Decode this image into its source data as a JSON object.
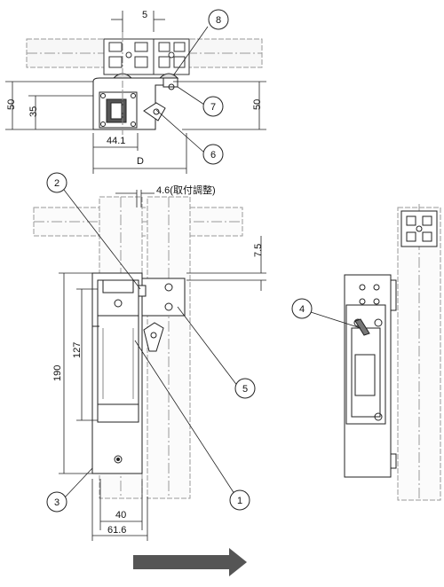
{
  "dimensions": {
    "top_gap": "5",
    "left_outer_height": "50",
    "left_inner_height": "35",
    "right_height": "50",
    "bracket_width": "44.1",
    "overall_width": "D",
    "adjust_offset": "4.6(取付調整)",
    "vertical_offset": "7.5",
    "total_height": "190",
    "inner_height": "127",
    "bottom_width_40": "40",
    "bottom_width_616": "61.6"
  },
  "callouts": [
    "1",
    "2",
    "3",
    "4",
    "5",
    "6",
    "7",
    "8"
  ],
  "colors": {
    "arrow": "#555555",
    "line": "#222222",
    "hidden": "#888888"
  },
  "direction_arrow": "right-arrow-icon"
}
